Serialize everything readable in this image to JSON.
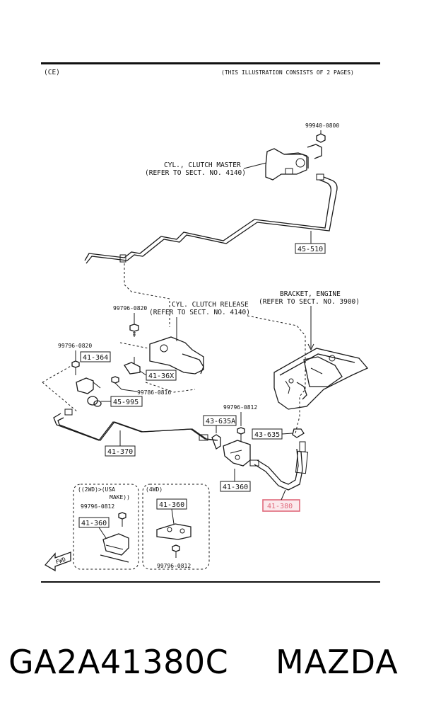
{
  "header": {
    "code": "(CE)",
    "note": "(THIS ILLUSTRATION CONSISTS OF  2 PAGES)"
  },
  "callouts": {
    "master_title": "CYL., CLUTCH MASTER",
    "master_ref": "(REFER TO SECT. NO. 4140)",
    "release_title": "CYL. CLUTCH RELEASE",
    "release_ref": "(REFER TO SECT. NO. 4140)",
    "bracket_title": "BRACKET, ENGINE",
    "bracket_ref": "(REFER TO SECT. NO. 3900)"
  },
  "parts": {
    "p_99940_0800": "99940-0800",
    "p_45_510": "45-510",
    "p_99796_0820_a": "99796-0820",
    "p_99796_0820_b": "99796-0820",
    "p_41_364": "41-364",
    "p_41_36x": "41-36X",
    "p_99786_0816": "99786-0816",
    "p_45_995": "45-995",
    "p_41_370": "41-370",
    "p_99796_0812_a": "99796-0812",
    "p_43_635a": "43-635A",
    "p_43_635": "43-635",
    "p_41_360_main": "41-360",
    "p_41_380": "41-380"
  },
  "variants": {
    "left_title": "((2WD)>(USA",
    "left_title2": "MAKE))",
    "left_bolt": "99796-0812",
    "left_part": "41-360",
    "right_title": "(4WD)",
    "right_part": "41-360",
    "right_bolt": "99796-0812"
  },
  "fwd_label": "FWD",
  "footer": {
    "part_number": "GA2A41380C",
    "brand": "MAZDA"
  },
  "colors": {
    "highlight": "#e06a7c",
    "line": "#1a1a1a"
  }
}
